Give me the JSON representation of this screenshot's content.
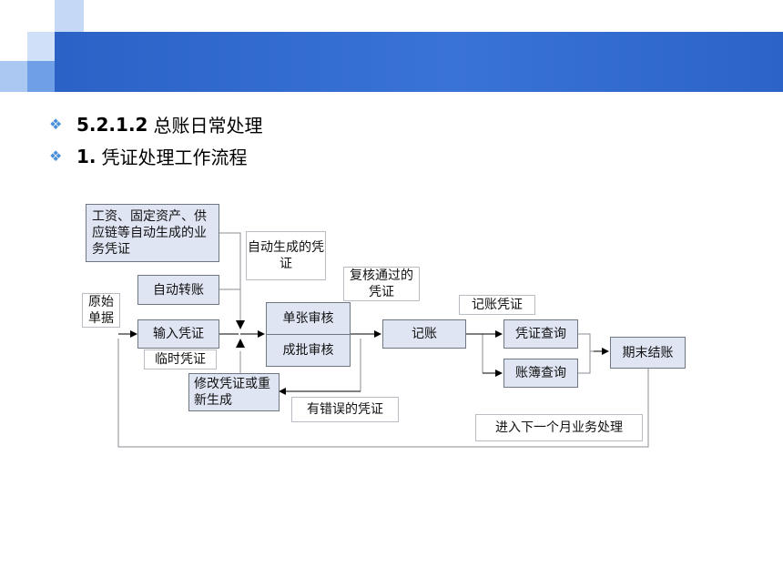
{
  "slide": {
    "bullets": [
      {
        "number": "5.2.1.2",
        "text": "总账日常处理"
      },
      {
        "number": "1.",
        "text": "凭证处理工作流程"
      }
    ]
  },
  "diagram": {
    "nodes": {
      "source_modules": "工资、固定资产、供应链等自动生成的业务凭证",
      "auto_transfer": "自动转账",
      "input_voucher": "输入凭证",
      "single_review": "单张审核",
      "batch_review": "成批审核",
      "post": "记账",
      "voucher_query": "凭证查询",
      "ledger_query": "账簿查询",
      "period_end": "期末结账",
      "modify_voucher": "修改凭证或重新生成"
    },
    "labels": {
      "auto_generated": "自动生成的凭证",
      "original_docs": "原始单据",
      "temp_voucher": "临时凭证",
      "reviewed": "复核通过的凭证",
      "posted": "记账凭证",
      "error_voucher": "有错误的凭证",
      "next_month": "进入下一个月业务处理"
    }
  },
  "colors": {
    "header": "#2f68cc",
    "node_fill": "#dfe5f2",
    "bullet": "#4a90d9"
  }
}
